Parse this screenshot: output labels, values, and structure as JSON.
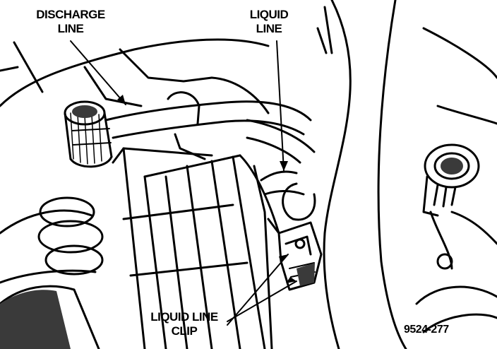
{
  "figure": {
    "number": "9524-277",
    "callouts": {
      "discharge_line": [
        "DISCHARGE",
        "LINE"
      ],
      "liquid_line": [
        "LIQUID",
        "LINE"
      ],
      "liquid_line_clip": [
        "LIQUID LINE",
        "CLIP"
      ]
    }
  },
  "colors": {
    "ink": "#000000",
    "paper": "#ffffff",
    "shade": "#3a3a3a"
  }
}
